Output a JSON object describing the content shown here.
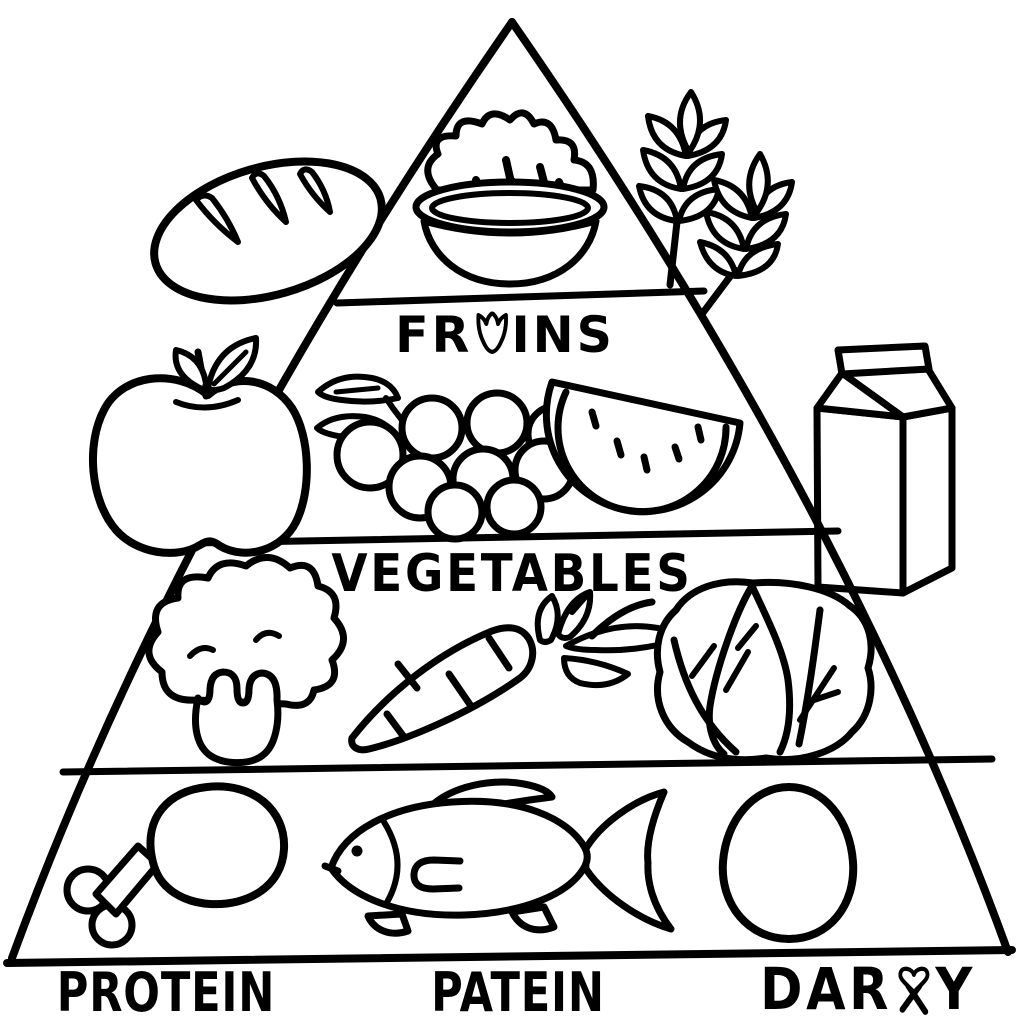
{
  "artwork": {
    "background": "#ffffff",
    "line_color": "#000000",
    "style": "coloring-book line art food pyramid"
  },
  "sections": {
    "grains": {
      "items": [
        "bread-loaf",
        "rice-bowl",
        "wheat-stalks"
      ]
    },
    "fruits": {
      "label_before": "FR",
      "label_after": "INS",
      "items": [
        "apple",
        "grapes",
        "watermelon-slice",
        "milk-carton"
      ]
    },
    "vegetables": {
      "label": "VEGETABLES",
      "items": [
        "broccoli",
        "carrot",
        "cabbage"
      ]
    },
    "protein": {
      "items": [
        "chicken-drumstick",
        "fish",
        "egg"
      ]
    }
  },
  "footer": {
    "protein": "PROTEIN",
    "center": "PATEIN",
    "dairy_before": "DAR",
    "dairy_after": "Y"
  }
}
